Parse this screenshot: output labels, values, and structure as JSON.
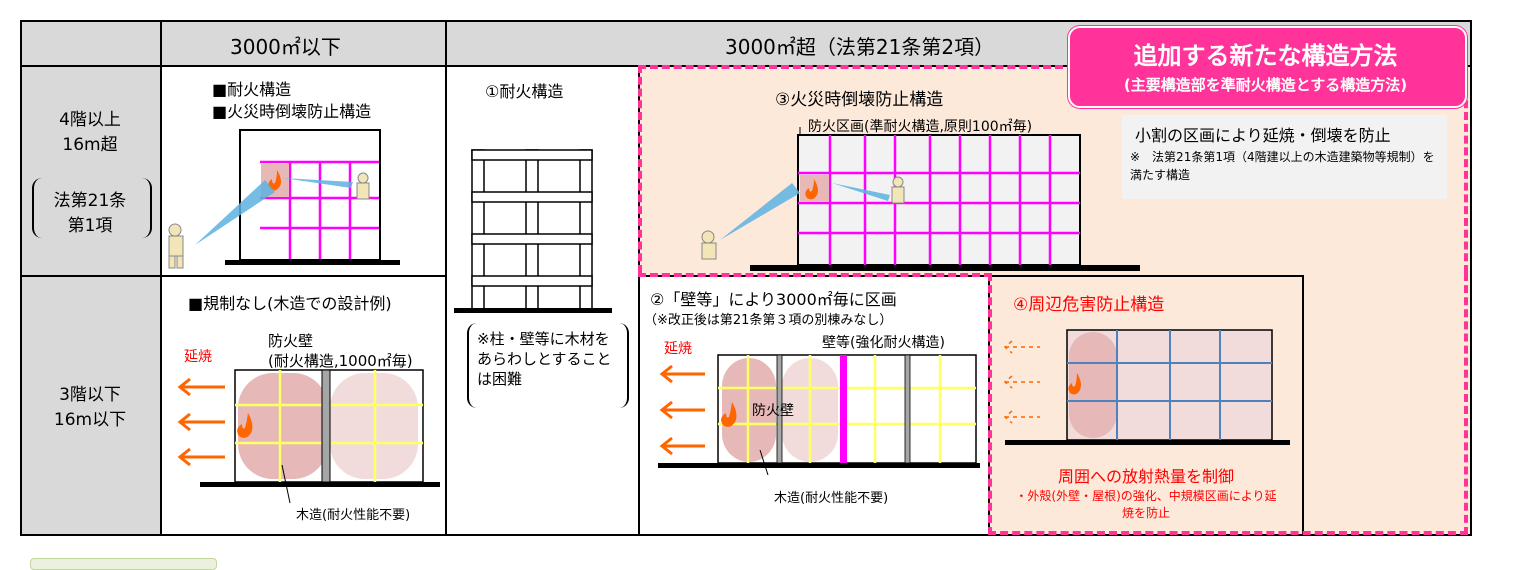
{
  "header": {
    "col_small": "3000㎡以下",
    "col_large": "3000㎡超（法第21条第2項）"
  },
  "rows": {
    "upper": {
      "line1": "4階以上",
      "line2": "16m超",
      "law1": "法第21条",
      "law2": "第1項"
    },
    "lower": {
      "line1": "3階以下",
      "line2": "16m以下"
    }
  },
  "callout": {
    "title": "追加する新たな構造方法",
    "subtitle": "(主要構造部を準耐火構造とする構造方法)"
  },
  "cell_a": {
    "bullet1": "■耐火構造",
    "bullet2": "■火災時倒壊防止構造"
  },
  "cell_b": {
    "title": "■規制なし(木造での設計例)",
    "enshou": "延焼",
    "wall_label": "防火壁",
    "wall_sub": "(耐火構造,1000㎡毎)",
    "wood_label": "木造(耐火性能不要)"
  },
  "cell_c": {
    "title": "①耐火構造",
    "note": "※柱・壁等に木材をあらわしとすることは困難"
  },
  "cell_d": {
    "title": "③火災時倒壊防止構造",
    "zone_label": "防火区画(準耐火構造,原則100㎡毎)",
    "desc": "小割の区画により延焼・倒壊を防止",
    "note": "※　法第21条第1項（4階建以上の木造建築物等規制）を満たす構造"
  },
  "cell_e": {
    "title": "②「壁等」により3000㎡毎に区画",
    "subtitle": "（※改正後は第21条第３項の別棟みなし）",
    "enshou": "延焼",
    "wall_label": "壁等(強化耐火構造)",
    "firewall_label": "防火壁",
    "wood_label": "木造(耐火性能不要)"
  },
  "cell_f": {
    "title": "④周辺危害防止構造",
    "desc": "周囲への放射熱量を制御",
    "sub": "・外殻(外壁・屋根)の強化、中規模区画により延焼を防止"
  },
  "colors": {
    "magenta": "#ff00ff",
    "pink_dash": "#ff3399",
    "header_gray": "#d9d9d9",
    "peach": "#fde9d9",
    "callout": "#ff3399",
    "arrow_orange": "#ff6600",
    "fire": "#ff6600",
    "blue_grid": "#4f81bd",
    "yellow_grid": "#ffff66"
  }
}
